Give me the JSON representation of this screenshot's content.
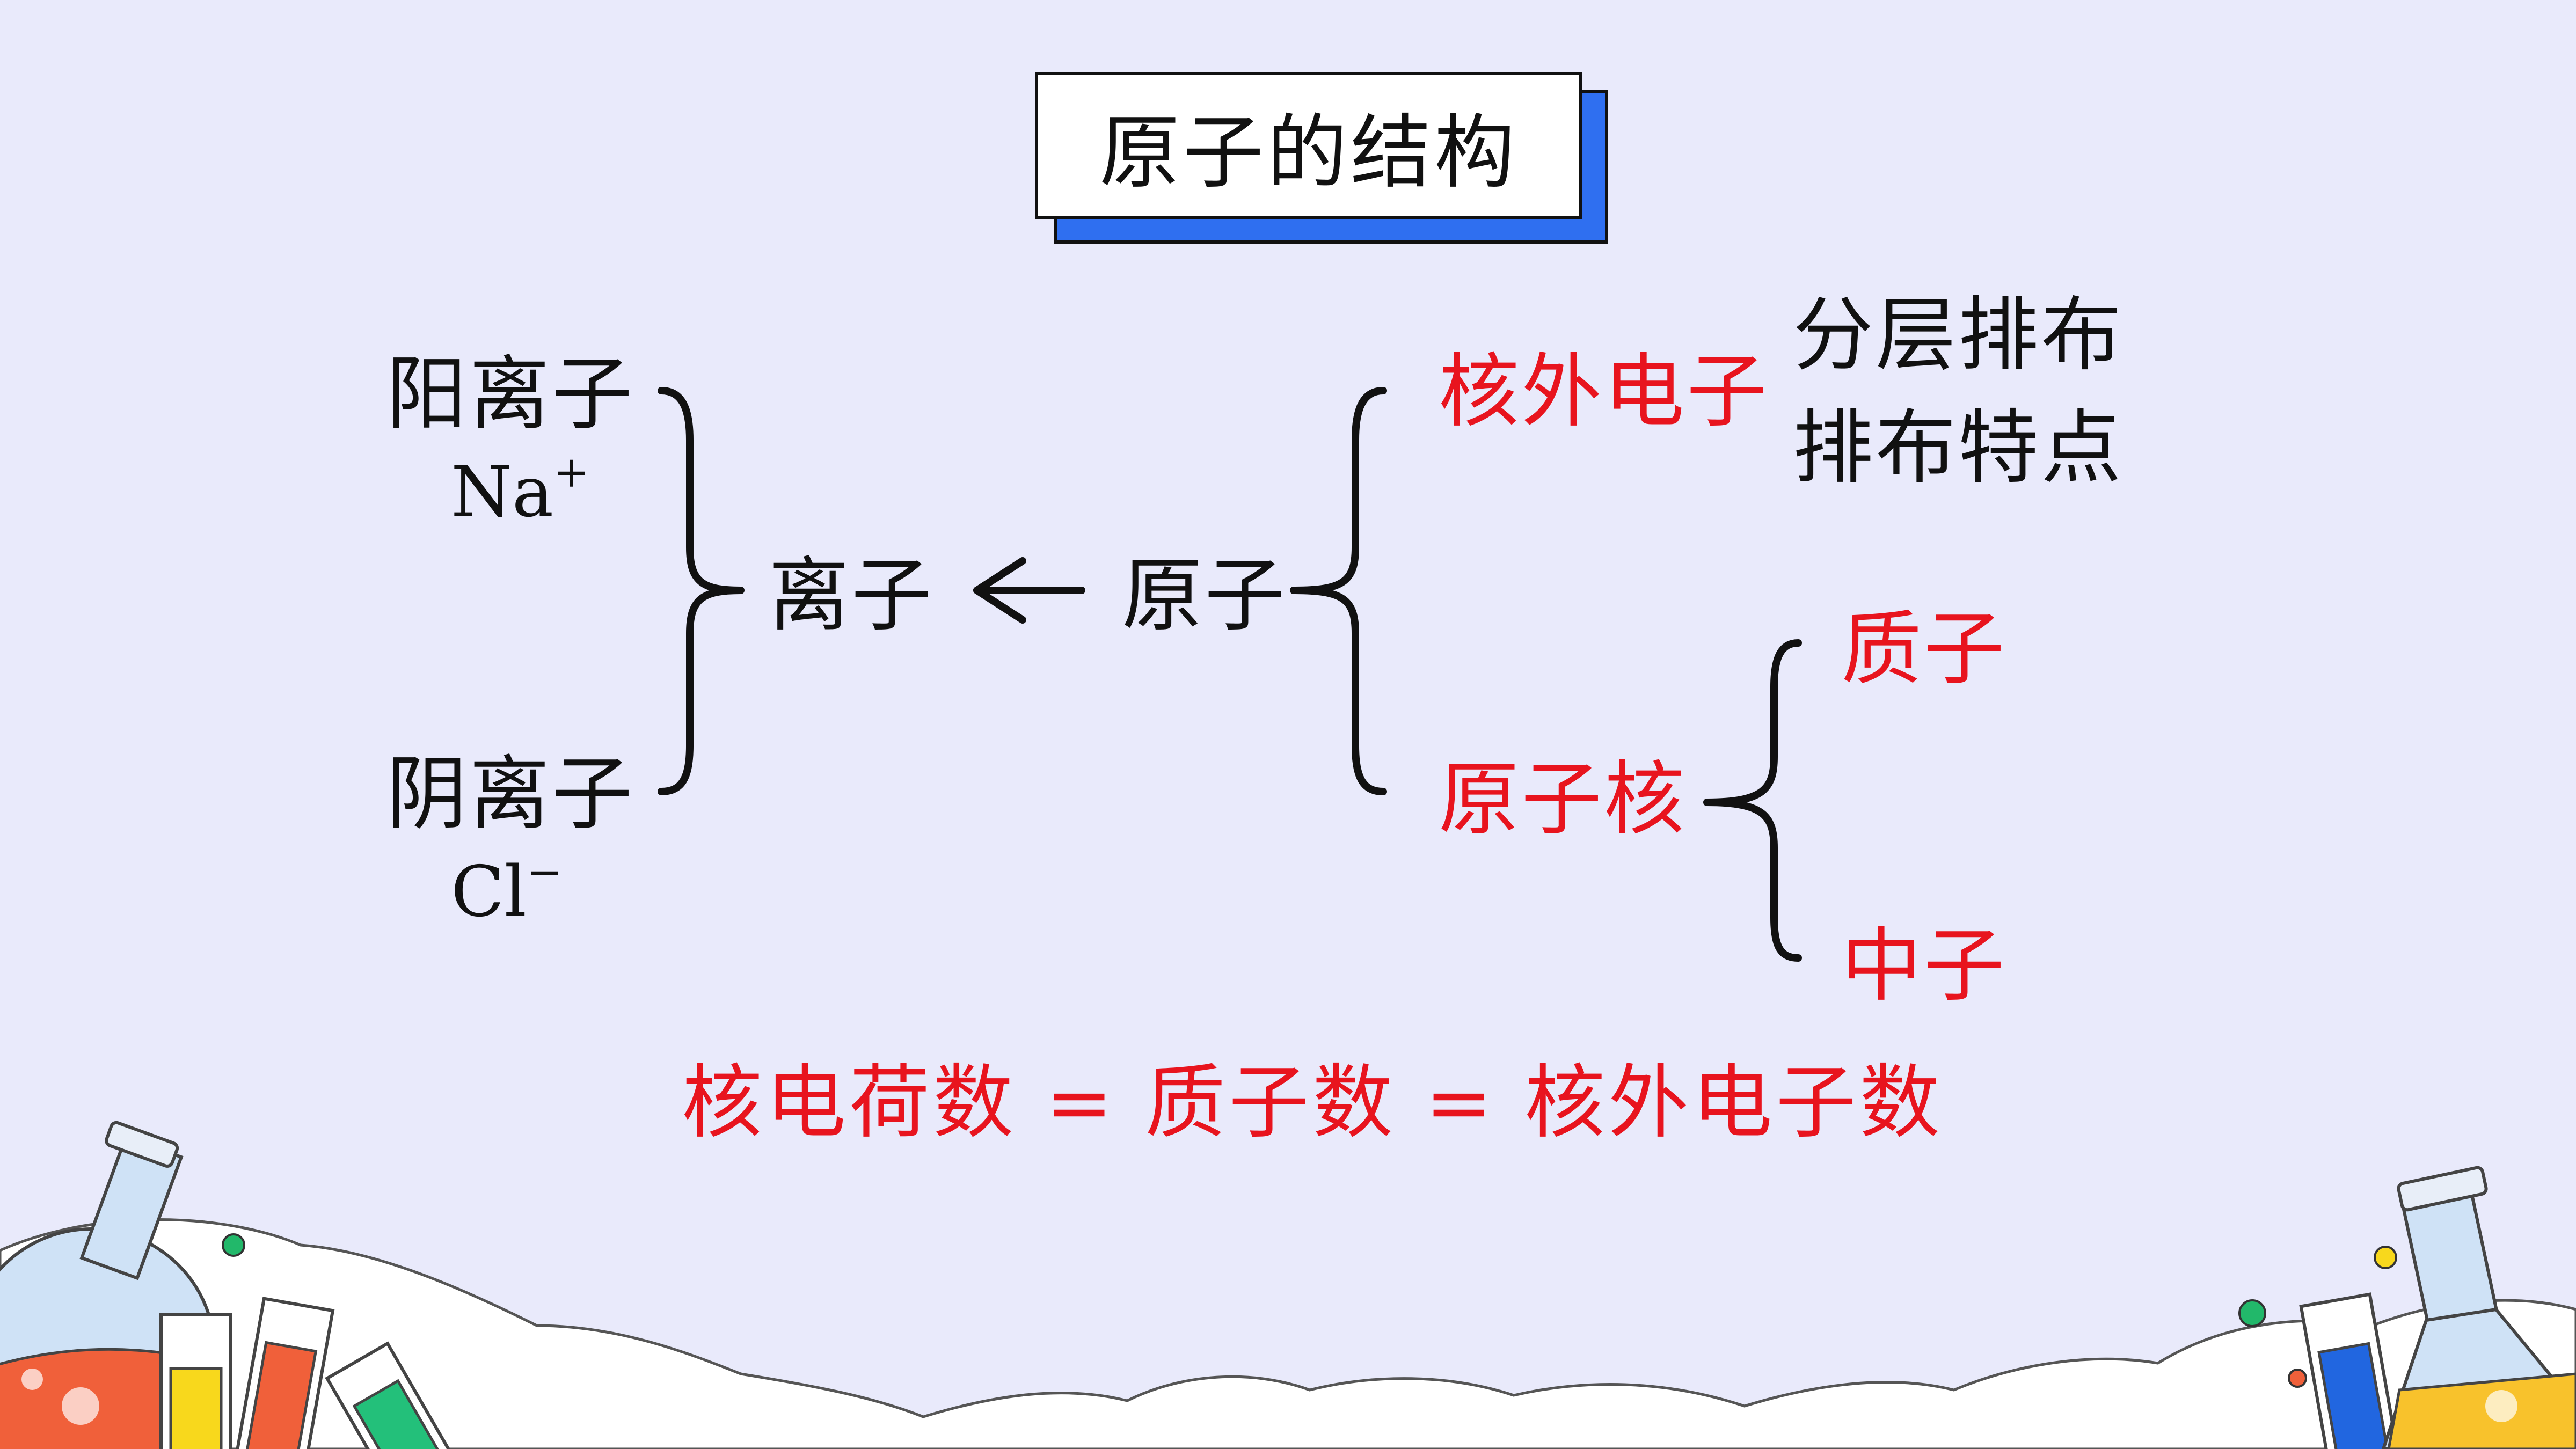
{
  "slide": {
    "title": "原子的结构",
    "ion_group": {
      "cation": {
        "label": "阳离子",
        "example": "Na",
        "charge": "+"
      },
      "anion": {
        "label": "阴离子",
        "example": "Cl",
        "charge": "−"
      },
      "ion": "离子"
    },
    "atom": "原子",
    "electrons": {
      "label": "核外电子",
      "notes": [
        "分层排布",
        "排布特点"
      ]
    },
    "nucleus": {
      "label": "原子核",
      "parts": [
        "质子",
        "中子"
      ]
    },
    "equation": "核电荷数 = 质子数 = 核外电子数"
  },
  "colors": {
    "background": "#e9eafb",
    "highlight": "#e8141e",
    "text": "#111111",
    "title_shadow": "#2f6ff0"
  }
}
